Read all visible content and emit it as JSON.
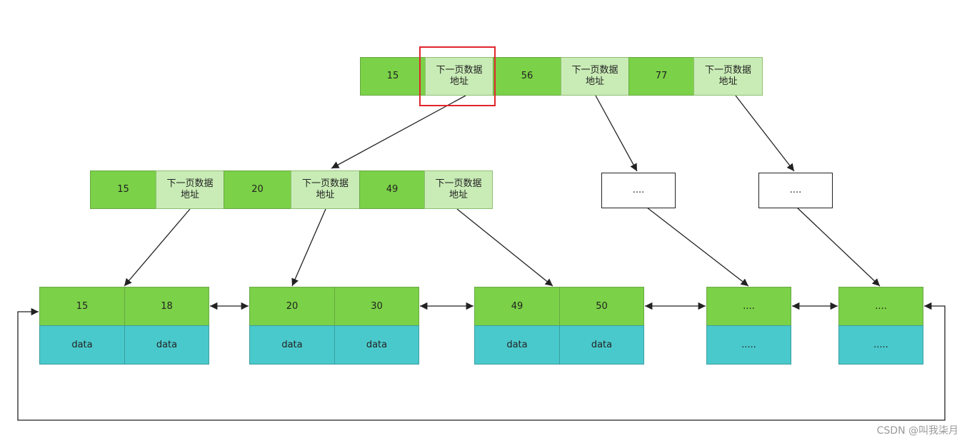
{
  "root": [
    "15",
    "下一页数据地址",
    "56",
    "下一页数据地址",
    "77",
    "下一页数据地址"
  ],
  "middle": [
    "15",
    "下一页数据地址",
    "20",
    "下一页数据地址",
    "49",
    "下一页数据地址"
  ],
  "placeholders": [
    "....",
    "...."
  ],
  "leaves": [
    {
      "keys": [
        "15",
        "18"
      ],
      "data": [
        "data",
        "data"
      ]
    },
    {
      "keys": [
        "20",
        "30"
      ],
      "data": [
        "data",
        "data"
      ]
    },
    {
      "keys": [
        "49",
        "50"
      ],
      "data": [
        "data",
        "data"
      ]
    },
    {
      "keys": [
        "...."
      ],
      "data": [
        "....."
      ]
    },
    {
      "keys": [
        "...."
      ],
      "data": [
        "....."
      ]
    }
  ],
  "watermark": "CSDN @叫我柒月"
}
